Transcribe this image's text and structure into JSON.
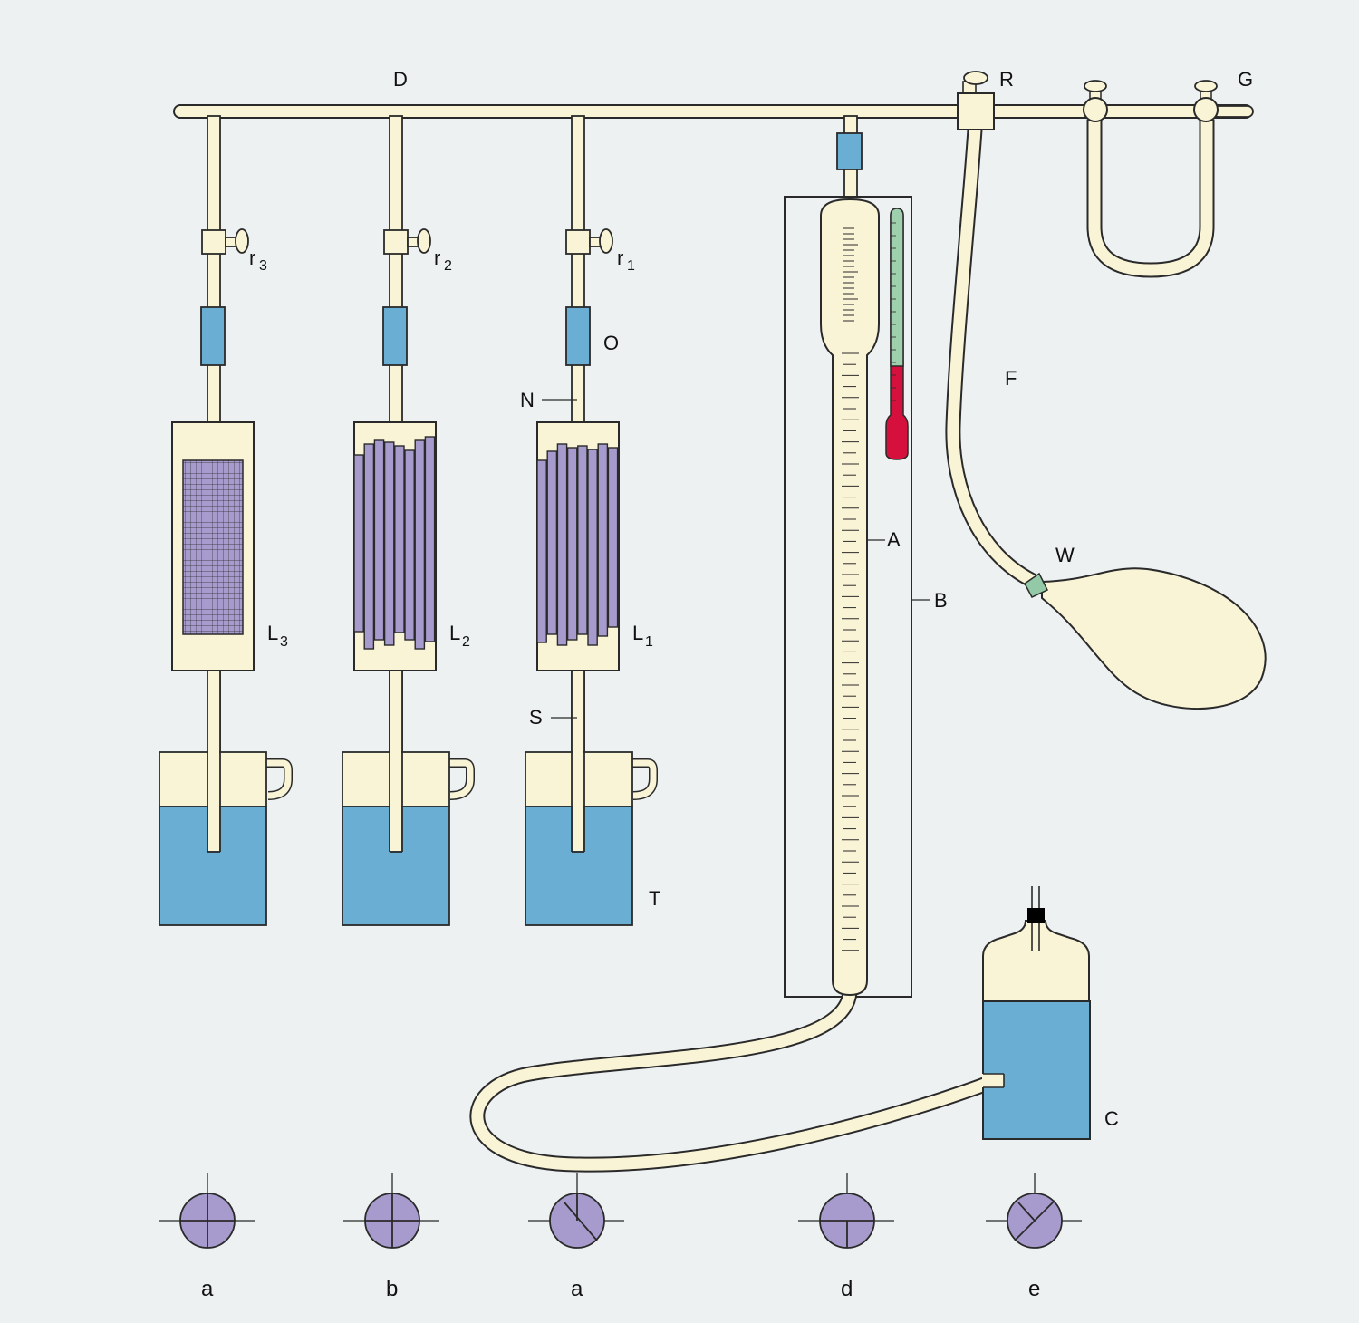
{
  "colors": {
    "background": "#edf1f2",
    "glass": "#faf4d6",
    "outline": "#2a2a2a",
    "liquid": "#6aaed3",
    "connector": "#6aaed3",
    "packing": "#a79bcd",
    "thermometer_upper": "#9fd0ae",
    "thermometer_lower": "#d6103c",
    "bulb_joint": "#93c9a6",
    "valve_disc": "#a79bcd",
    "plug": "#000000"
  },
  "labels": {
    "manifold": "D",
    "main_valve": "R",
    "u_tube": "G",
    "column1_valve": "r",
    "column1_valve_sub": "1",
    "column2_valve": "r",
    "column2_valve_sub": "2",
    "column3_valve": "r",
    "column3_valve_sub": "3",
    "connector": "O",
    "neck": "N",
    "stem": "S",
    "trough": "T",
    "column1": "L",
    "column1_sub": "1",
    "column2": "L",
    "column2_sub": "2",
    "column3": "L",
    "column3_sub": "3",
    "burette": "A",
    "jacket": "B",
    "tube": "F",
    "bulb": "W",
    "reservoir": "C"
  },
  "valve_positions": [
    {
      "label": "a",
      "handle": "cross"
    },
    {
      "label": "b",
      "handle": "cross"
    },
    {
      "label": "a",
      "handle": "diagonal"
    },
    {
      "label": "d",
      "handle": "tee"
    },
    {
      "label": "e",
      "handle": "vee"
    }
  ]
}
